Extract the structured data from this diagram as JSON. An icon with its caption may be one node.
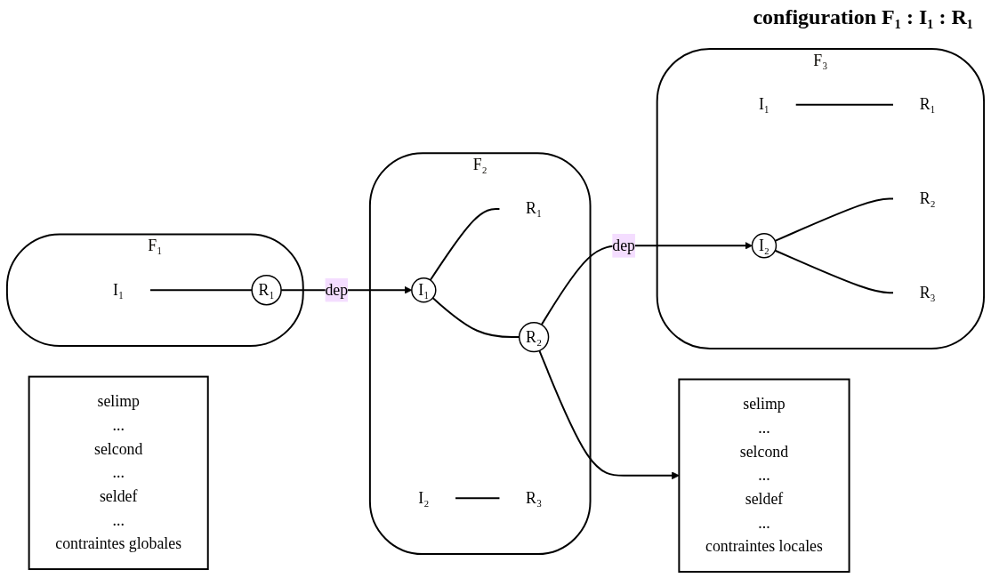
{
  "diagram": {
    "title": "configuration F₁ : I₁ : R₁",
    "nodes": [
      {
        "text": [
          "F₁"
        ]
      },
      {
        "text": [
          "I₁"
        ],
        "in": 0
      },
      {
        "text": [
          "R₁"
        ],
        "in": 0
      },
      {
        "text": [
          "F₂"
        ]
      },
      {
        "text": [
          "I₁"
        ],
        "in": 3
      },
      {
        "text": [
          "I₂"
        ],
        "in": 3
      },
      {
        "text": [
          "R₁"
        ],
        "in": 3
      },
      {
        "text": [
          "R₂"
        ],
        "in": 3
      },
      {
        "text": [
          "R₃"
        ],
        "in": 3
      },
      {
        "text": [
          "F₃"
        ]
      },
      {
        "text": [
          "I₁"
        ],
        "in": 9
      },
      {
        "text": [
          "I₂"
        ],
        "in": 9
      },
      {
        "text": [
          "R₁"
        ],
        "in": 9
      },
      {
        "text": [
          "R₂"
        ],
        "in": 9
      },
      {
        "text": [
          "R₃"
        ],
        "in": 9
      },
      {
        "text": [
          "selimp",
          "...",
          "selcond",
          "...",
          "seldef",
          "...",
          "contraintes globales"
        ]
      },
      {
        "text": [
          "selimp",
          "...",
          "selcond",
          "...",
          "seldef",
          "...",
          "contraintes locales"
        ]
      }
    ],
    "edges": [
      {
        "from": 1,
        "to": 2,
        "arrow": "none"
      },
      {
        "from": 2,
        "to": 4,
        "arrow": "to",
        "label": "dep"
      },
      {
        "from": 4,
        "to": 6,
        "arrow": "none"
      },
      {
        "from": 4,
        "to": 7,
        "arrow": "none"
      },
      {
        "from": 5,
        "to": 8,
        "arrow": "none"
      },
      {
        "from": 7,
        "to": 11,
        "arrow": "to",
        "label": "dep"
      },
      {
        "from": 7,
        "to": 16,
        "arrow": "to"
      },
      {
        "from": 10,
        "to": 12,
        "arrow": "none"
      },
      {
        "from": 11,
        "to": 13,
        "arrow": "none"
      },
      {
        "from": 11,
        "to": 14,
        "arrow": "none"
      }
    ]
  }
}
